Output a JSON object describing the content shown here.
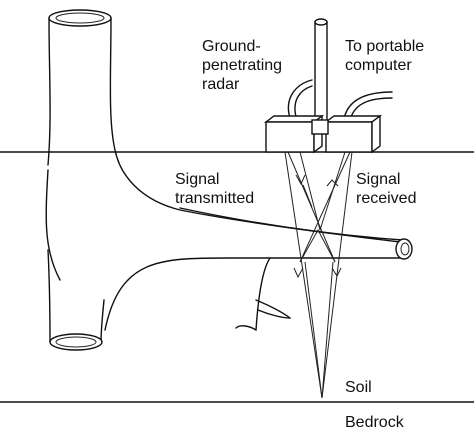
{
  "labels": {
    "radar": "Ground-\npenetrating\nradar",
    "computer": "To portable\ncomputer",
    "transmitted": "Signal\ntransmitted",
    "received": "Signal\nreceived",
    "soil": "Soil",
    "bedrock": "Bedrock"
  }
}
